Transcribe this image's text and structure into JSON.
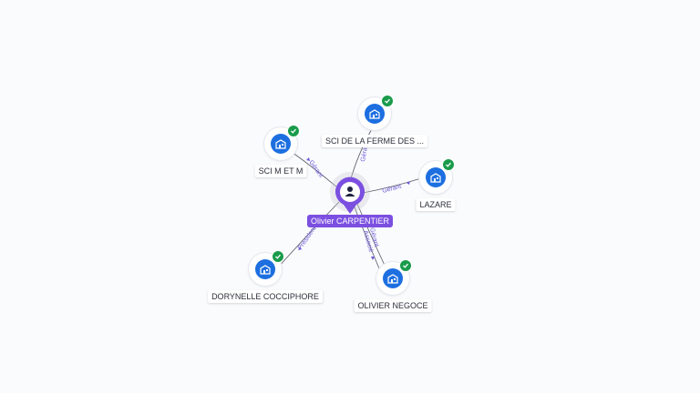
{
  "center": {
    "name": "Olivier CARPENTIER",
    "icon": "person-icon",
    "color": "#7b4fe0"
  },
  "companies": [
    {
      "id": "sci-ferme",
      "name": "SCI DE LA FERME DES ...",
      "icon": "building-icon",
      "verified": true
    },
    {
      "id": "sci-m-et-m",
      "name": "SCI M ET M",
      "icon": "building-icon",
      "verified": true
    },
    {
      "id": "lazare",
      "name": "LAZARE",
      "icon": "building-icon",
      "verified": true
    },
    {
      "id": "dorynelle",
      "name": "DORYNELLE COCCIPHORE",
      "icon": "building-icon",
      "verified": true
    },
    {
      "id": "olivier-negoce",
      "name": "OLIVIER NEGOCE",
      "icon": "building-icon",
      "verified": true
    }
  ],
  "relations": [
    {
      "to": "sci-ferme",
      "label": "Gérant"
    },
    {
      "to": "sci-m-et-m",
      "label": "Gérant"
    },
    {
      "to": "lazare",
      "label": "Gérant"
    },
    {
      "to": "dorynelle",
      "label": "Président"
    },
    {
      "to": "olivier-negoce",
      "label": "Gérant"
    },
    {
      "to": "olivier-negoce",
      "label": "Associé"
    }
  ],
  "colors": {
    "company": "#1d6fe0",
    "verified": "#1a9b4b",
    "relation_label": "#6b5bd6"
  }
}
